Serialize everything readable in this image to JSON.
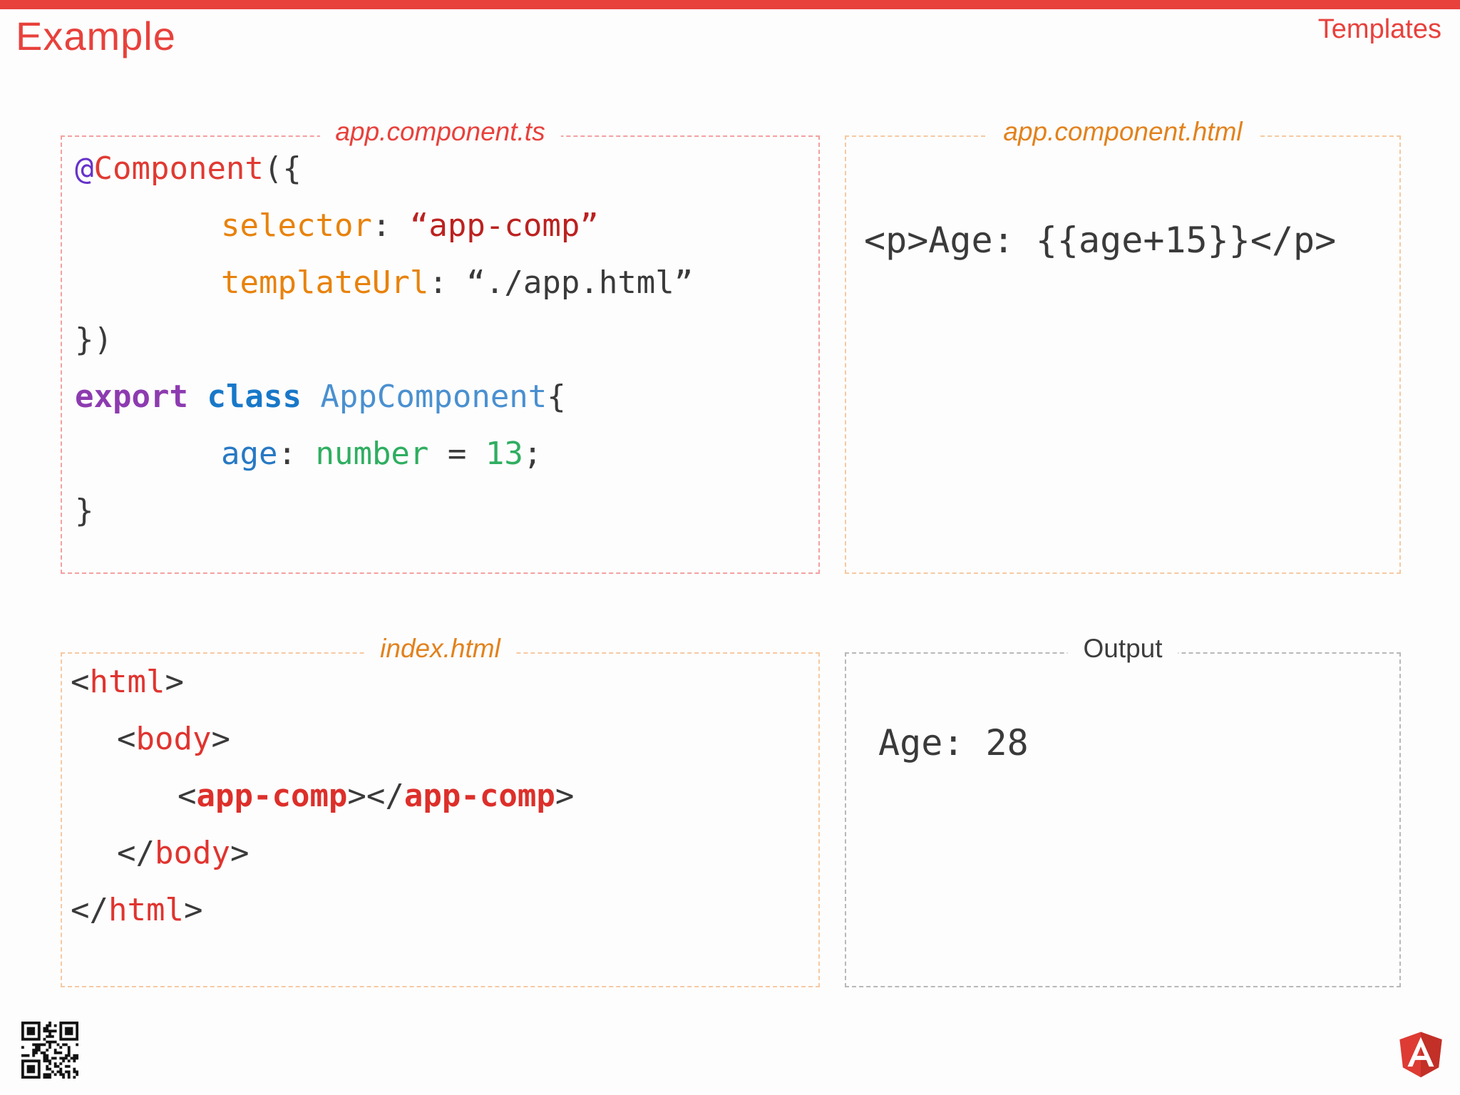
{
  "header": {
    "title": "Example",
    "corner_label": "Templates"
  },
  "colors": {
    "accent_red": "#e8413c",
    "title_orange": "#e2821d",
    "panel_border_pink": "#f4a0a0",
    "panel_border_orange": "#f6c9a2",
    "panel_border_gray": "#b8b8b8"
  },
  "panels": {
    "component_ts": {
      "title": "app.component.ts",
      "code": [
        {
          "indent": 0,
          "tokens": [
            {
              "t": "@",
              "c": "at"
            },
            {
              "t": "Component",
              "c": "red"
            },
            {
              "t": "({",
              "c": "plain"
            }
          ]
        },
        {
          "indent": 1,
          "tokens": [
            {
              "t": "selector",
              "c": "orange"
            },
            {
              "t": ": ",
              "c": "plain"
            },
            {
              "t": "“app-comp”",
              "c": "dred"
            }
          ]
        },
        {
          "indent": 1,
          "tokens": [
            {
              "t": "templateUrl",
              "c": "orange"
            },
            {
              "t": ": ",
              "c": "plain"
            },
            {
              "t": "“./app.html”",
              "c": "plain"
            }
          ]
        },
        {
          "indent": 0,
          "tokens": [
            {
              "t": "})",
              "c": "plain"
            }
          ]
        },
        {
          "indent": 0,
          "tokens": [
            {
              "t": "export",
              "c": "export"
            },
            {
              "t": " ",
              "c": "plain"
            },
            {
              "t": "class",
              "c": "class"
            },
            {
              "t": " ",
              "c": "plain"
            },
            {
              "t": "AppComponent",
              "c": "type"
            },
            {
              "t": "{",
              "c": "plain"
            }
          ]
        },
        {
          "indent": 1,
          "tokens": [
            {
              "t": "age",
              "c": "blue"
            },
            {
              "t": ": ",
              "c": "plain"
            },
            {
              "t": "number",
              "c": "green"
            },
            {
              "t": " = ",
              "c": "plain"
            },
            {
              "t": "13",
              "c": "green"
            },
            {
              "t": ";",
              "c": "plain"
            }
          ]
        },
        {
          "indent": 0,
          "tokens": [
            {
              "t": "}",
              "c": "plain"
            }
          ]
        }
      ]
    },
    "component_html": {
      "title": "app.component.html",
      "code": [
        {
          "indent": 0,
          "tokens": [
            {
              "t": "<p>Age: {{age+15}}</p>",
              "c": "plain"
            }
          ]
        }
      ]
    },
    "index_html": {
      "title": "index.html",
      "code": [
        {
          "indent": 0,
          "tokens": [
            {
              "t": "<",
              "c": "plain"
            },
            {
              "t": "html",
              "c": "tag"
            },
            {
              "t": ">",
              "c": "plain"
            }
          ]
        },
        {
          "indent": 1,
          "tokens": [
            {
              "t": "<",
              "c": "plain"
            },
            {
              "t": "body",
              "c": "tag"
            },
            {
              "t": ">",
              "c": "plain"
            }
          ]
        },
        {
          "indent": 2,
          "tokens": [
            {
              "t": "<",
              "c": "plain"
            },
            {
              "t": "app-comp",
              "c": "tagb"
            },
            {
              "t": "></",
              "c": "plain"
            },
            {
              "t": "app-comp",
              "c": "tagb"
            },
            {
              "t": ">",
              "c": "plain"
            }
          ]
        },
        {
          "indent": 1,
          "tokens": [
            {
              "t": "</",
              "c": "plain"
            },
            {
              "t": "body",
              "c": "tag"
            },
            {
              "t": ">",
              "c": "plain"
            }
          ]
        },
        {
          "indent": 0,
          "tokens": [
            {
              "t": "</",
              "c": "plain"
            },
            {
              "t": "html",
              "c": "tag"
            },
            {
              "t": ">",
              "c": "plain"
            }
          ]
        }
      ]
    },
    "output": {
      "title": "Output",
      "code": [
        {
          "indent": 0,
          "tokens": [
            {
              "t": "Age: 28",
              "c": "plain"
            }
          ]
        }
      ]
    }
  },
  "icons": {
    "qr_code": "qr-code",
    "angular_logo": "angular-shield"
  }
}
